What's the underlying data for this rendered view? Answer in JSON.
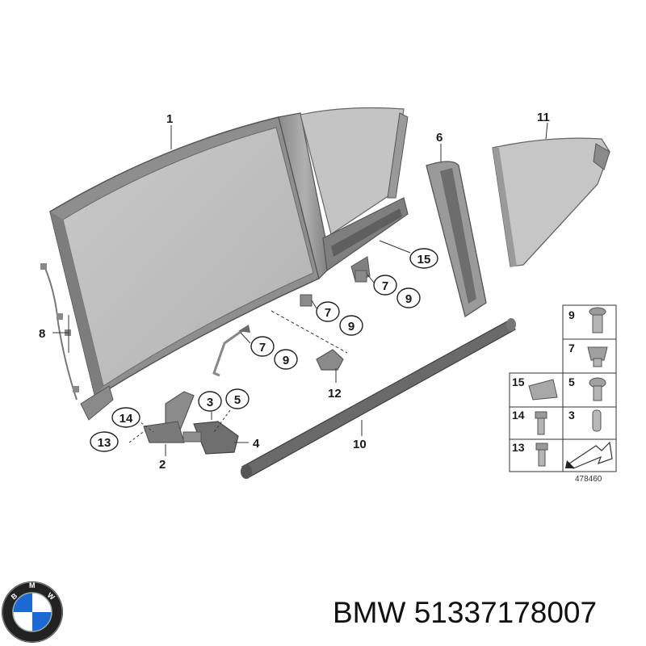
{
  "diagram": {
    "part_labels": [
      "1",
      "2",
      "3",
      "4",
      "5",
      "6",
      "7",
      "8",
      "9",
      "10",
      "11",
      "12",
      "13",
      "14",
      "15"
    ],
    "callouts": {
      "l1": "1",
      "l2": "2",
      "l3": "3",
      "l4": "4",
      "l5": "5",
      "l6": "6",
      "l7a": "7",
      "l9a": "9",
      "l7b": "7",
      "l9b": "9",
      "l7c": "7",
      "l9c": "9",
      "l8": "8",
      "l10": "10",
      "l11": "11",
      "l12": "12",
      "l13": "13",
      "l14": "14",
      "l15": "15"
    },
    "legend": {
      "cells": [
        "9",
        "7",
        "15",
        "5",
        "14",
        "3",
        "13"
      ]
    },
    "reference_code": "478460"
  },
  "logo": {
    "letters": "BMW",
    "colors": {
      "blue": "#1c69d4",
      "white": "#ffffff",
      "ring": "#222222"
    }
  },
  "caption": {
    "brand": "BMW",
    "part_number": "51337178007"
  }
}
